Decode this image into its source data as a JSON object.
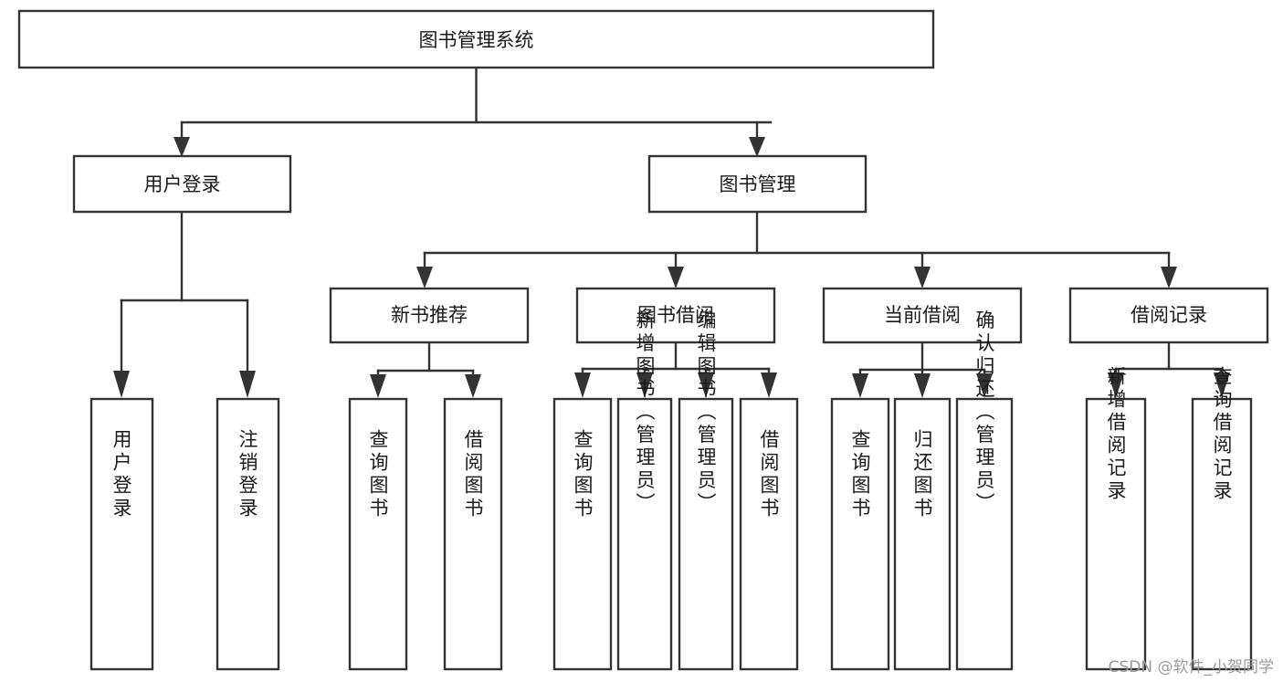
{
  "diagram": {
    "type": "tree-hierarchy",
    "title": "图书管理系统",
    "root": {
      "id": "root",
      "label": "图书管理系统",
      "orientation": "horizontal"
    },
    "level2": [
      {
        "id": "user-login",
        "label": "用户登录",
        "orientation": "horizontal"
      },
      {
        "id": "book-management",
        "label": "图书管理",
        "orientation": "horizontal"
      }
    ],
    "level3": [
      {
        "id": "new-book-recommend",
        "label": "新书推荐",
        "orientation": "horizontal",
        "parent": "book-management"
      },
      {
        "id": "book-borrow",
        "label": "图书借阅",
        "orientation": "horizontal",
        "parent": "book-management"
      },
      {
        "id": "current-borrow",
        "label": "当前借阅",
        "orientation": "horizontal",
        "parent": "book-management"
      },
      {
        "id": "borrow-record",
        "label": "借阅记录",
        "orientation": "horizontal",
        "parent": "book-management"
      }
    ],
    "leaves": {
      "user-login": [
        {
          "id": "leaf-user-login",
          "label": "用户登录",
          "orientation": "vertical"
        },
        {
          "id": "leaf-user-logout",
          "label": "注销登录",
          "orientation": "vertical"
        }
      ],
      "new-book-recommend": [
        {
          "id": "leaf-query-book-1",
          "label": "查询图书",
          "orientation": "vertical"
        },
        {
          "id": "leaf-borrow-book-1",
          "label": "借阅图书",
          "orientation": "vertical"
        }
      ],
      "book-borrow": [
        {
          "id": "leaf-query-book-2",
          "label": "查询图书",
          "orientation": "vertical"
        },
        {
          "id": "leaf-add-book",
          "label": "新增图书（管理员）",
          "orientation": "vertical"
        },
        {
          "id": "leaf-edit-book",
          "label": "编辑图书（管理员）",
          "orientation": "vertical"
        },
        {
          "id": "leaf-borrow-book-2",
          "label": "借阅图书",
          "orientation": "vertical"
        }
      ],
      "current-borrow": [
        {
          "id": "leaf-query-book-3",
          "label": "查询图书",
          "orientation": "vertical"
        },
        {
          "id": "leaf-return-book",
          "label": "归还图书",
          "orientation": "vertical"
        },
        {
          "id": "leaf-confirm-return",
          "label": "确认归还（管理员）",
          "orientation": "vertical"
        }
      ],
      "borrow-record": [
        {
          "id": "leaf-add-record",
          "label": "新增借阅记录",
          "orientation": "vertical"
        },
        {
          "id": "leaf-query-record",
          "label": "查询借阅记录",
          "orientation": "vertical"
        }
      ]
    }
  },
  "watermark": {
    "text": "CSDN @软件_小贺同学"
  },
  "colors": {
    "stroke": "#333333",
    "box_fill": "#ffffff",
    "text": "#1a1a1a",
    "watermark": "#9a9a9a",
    "background": "#ffffff"
  }
}
